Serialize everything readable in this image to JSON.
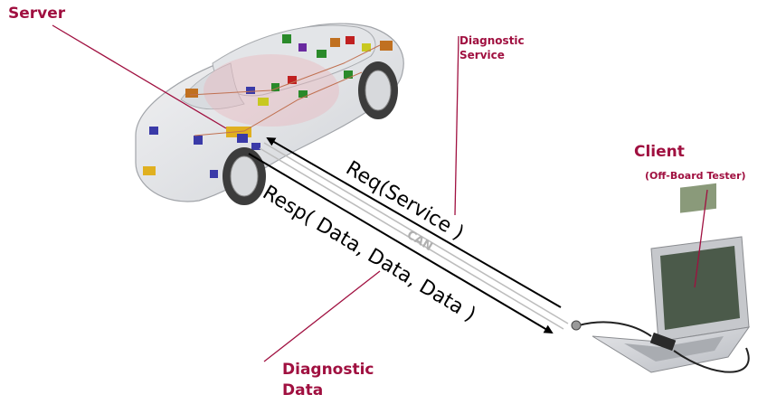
{
  "labels": {
    "server": "Server",
    "client": "Client",
    "client_sub": "(Off-Board Tester)",
    "diagnostic_service": [
      "Diagnostic",
      "Service"
    ],
    "diagnostic_data": [
      "Diagnostic",
      "Data"
    ]
  },
  "messages": {
    "request": "Req(Service )",
    "response": "Resp( Data, Data, Data )",
    "bus": "CAN"
  },
  "colors": {
    "label": "#a01040",
    "arrow": "#000000",
    "bus": "#bdbdbd"
  }
}
